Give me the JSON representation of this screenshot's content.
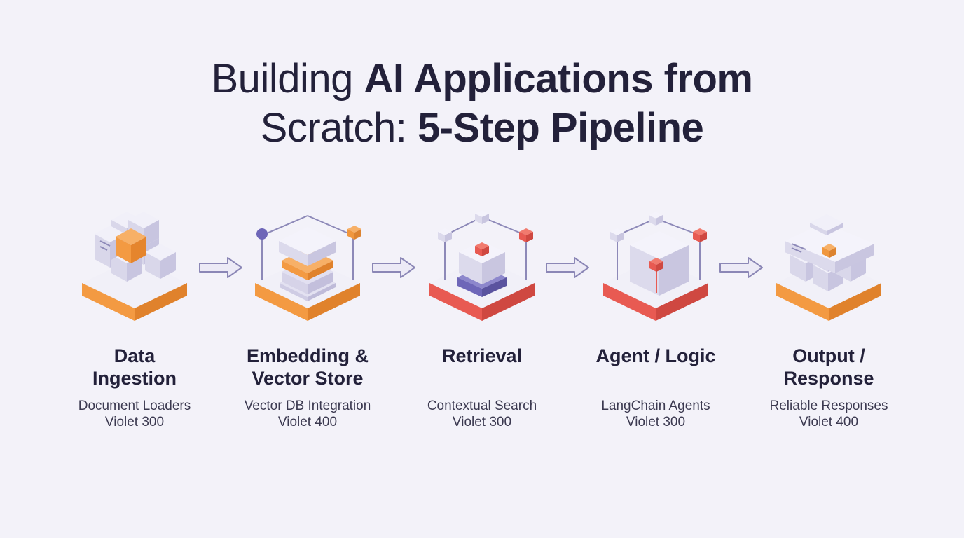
{
  "title": {
    "lead_1": "Building ",
    "emph_1": "AI Applications from",
    "lead_2": "Scratch: ",
    "emph_2": "5-Step Pipeline"
  },
  "colors": {
    "orange": "#f0973e",
    "red": "#e85a52",
    "violet": "#6e66b8",
    "cube": "#e4e2f2"
  },
  "stages": [
    {
      "name": "Data\nIngestion",
      "desc_1": "Document Loaders",
      "desc_2": "Violet 300",
      "icon": "stacked-cubes-icon",
      "base": "orange"
    },
    {
      "name": "Embedding &\nVector Store",
      "desc_1": "Vector DB Integration",
      "desc_2": "Violet 400",
      "icon": "vector-store-icon",
      "base": "orange"
    },
    {
      "name": "Retrieval",
      "desc_1": "Contextual Search",
      "desc_2": "Violet 300",
      "icon": "retrieval-network-icon",
      "base": "red"
    },
    {
      "name": "Agent / Logic",
      "desc_1": "LangChain Agents",
      "desc_2": "Violet 300",
      "icon": "agent-logic-icon",
      "base": "red"
    },
    {
      "name": "Output /\nResponse",
      "desc_1": "Reliable Responses",
      "desc_2": "Violet 400",
      "icon": "output-blocks-icon",
      "base": "orange"
    }
  ]
}
